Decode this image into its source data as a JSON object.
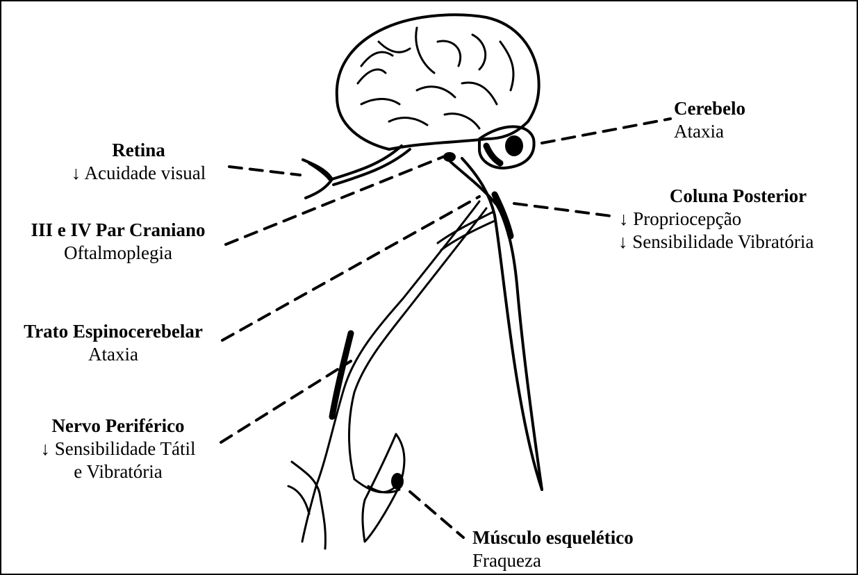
{
  "labels": {
    "cerebelo": {
      "title": "Cerebelo",
      "lines": [
        "Ataxia"
      ]
    },
    "retina": {
      "title": "Retina",
      "lines": [
        "↓ Acuidade visual"
      ]
    },
    "coluna": {
      "title": "Coluna Posterior",
      "lines": [
        "↓ Propriocepção",
        "↓ Sensibilidade Vibratória"
      ]
    },
    "craniano": {
      "title": "III e IV Par Craniano",
      "lines": [
        "Oftalmoplegia"
      ]
    },
    "espino": {
      "title": "Trato Espinocerebelar",
      "lines": [
        "Ataxia"
      ]
    },
    "nervo": {
      "title": "Nervo Periférico",
      "lines": [
        "↓ Sensibilidade Tátil",
        "e Vibratória"
      ]
    },
    "musculo": {
      "title": "Músculo esquelético",
      "lines": [
        "Fraqueza"
      ]
    }
  },
  "colors": {
    "ink": "#000000",
    "background": "#ffffff"
  }
}
